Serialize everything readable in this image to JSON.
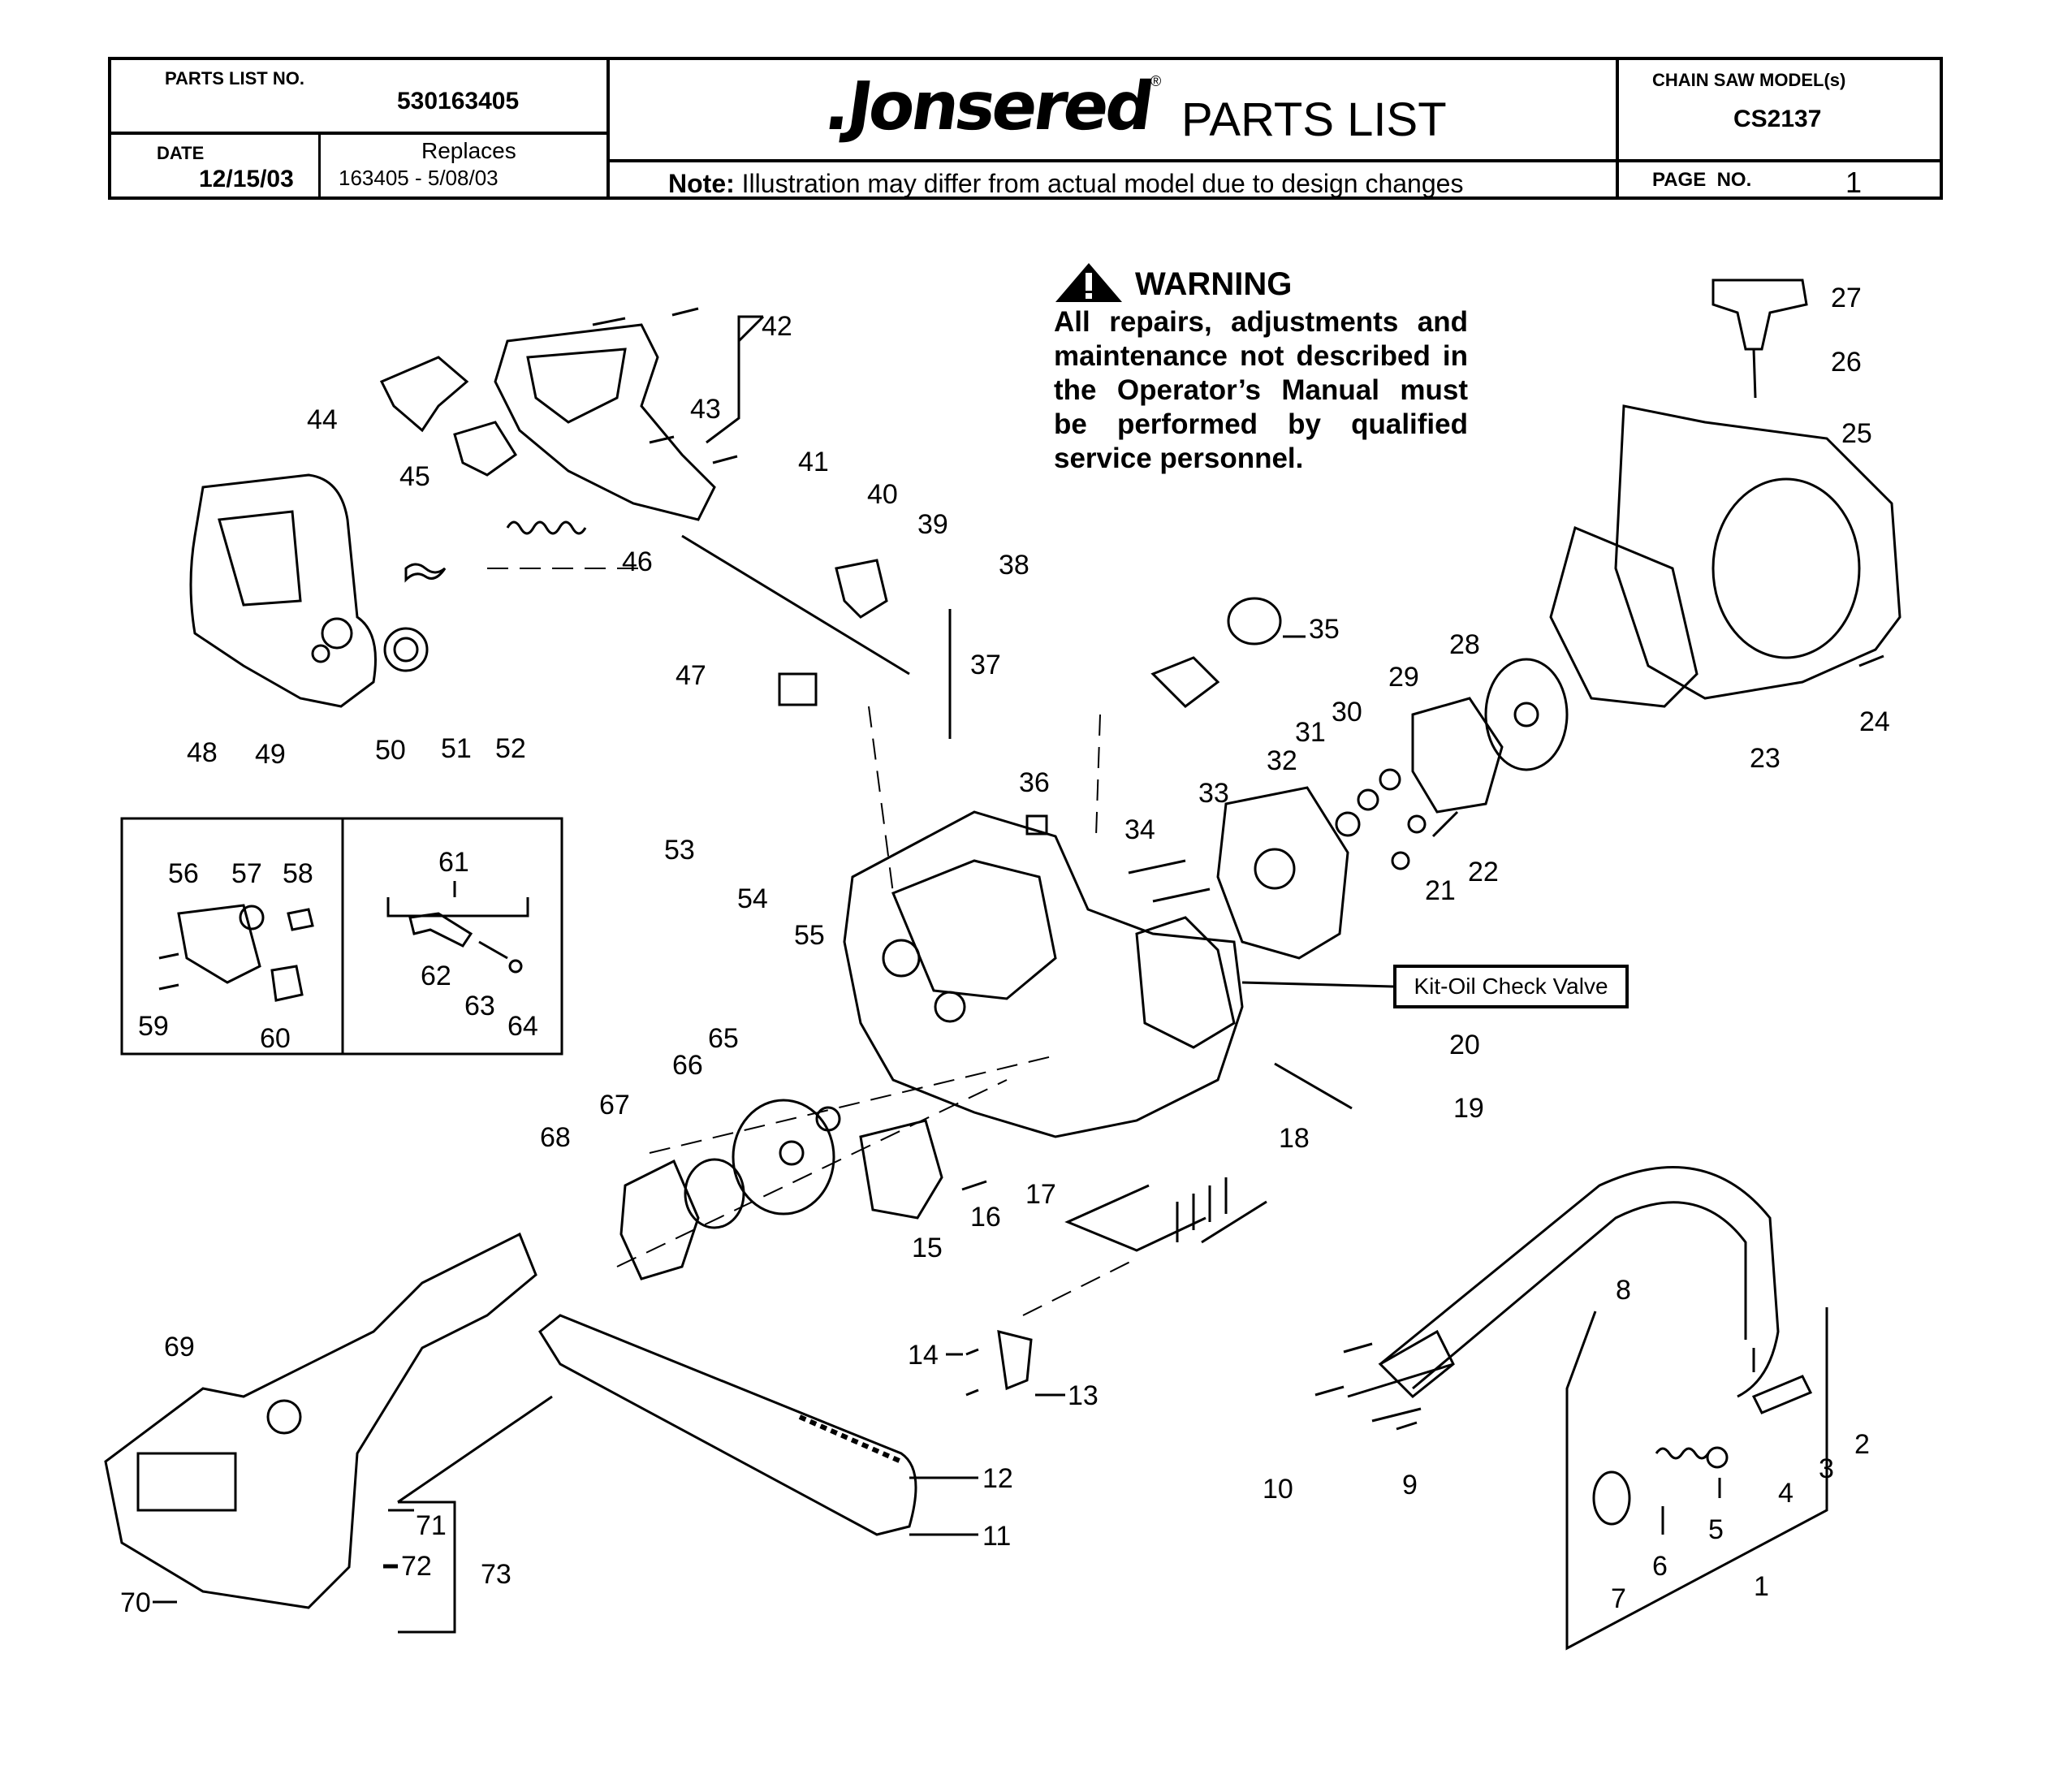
{
  "header": {
    "parts_list_no_label": "PARTS LIST NO.",
    "parts_list_no": "530163405",
    "date_label": "DATE",
    "date": "12/15/03",
    "replaces_label": "Replaces",
    "replaces": "163405 - 5/08/03",
    "brand": ".Jonsered",
    "brand_mark": "®",
    "doc_title": "PARTS LIST",
    "note_bold": "Note:",
    "note_text": " Illustration may differ from actual model due to design changes",
    "model_label": "CHAIN SAW MODEL(s)",
    "model": "CS2137",
    "page_label": "PAGE  NO.",
    "page_no": "1"
  },
  "warning": {
    "title": "WARNING",
    "lines": [
      "All repairs, adjustments and",
      "maintenance not described in",
      "the Operator’s Manual must",
      "be performed by qualified",
      "service personnel."
    ]
  },
  "callout_box": "Kit-Oil Check Valve",
  "part_numbers": [
    "1",
    "2",
    "3",
    "4",
    "5",
    "6",
    "7",
    "8",
    "9",
    "10",
    "11",
    "12",
    "13",
    "14",
    "15",
    "16",
    "17",
    "18",
    "19",
    "20",
    "21",
    "22",
    "23",
    "24",
    "25",
    "26",
    "27",
    "28",
    "29",
    "30",
    "31",
    "32",
    "33",
    "34",
    "35",
    "36",
    "37",
    "38",
    "39",
    "40",
    "41",
    "42",
    "43",
    "44",
    "45",
    "46",
    "47",
    "48",
    "49",
    "50",
    "51",
    "52",
    "53",
    "54",
    "55",
    "56",
    "57",
    "58",
    "59",
    "60",
    "61",
    "62",
    "63",
    "64",
    "65",
    "66",
    "67",
    "68",
    "69",
    "70",
    "71",
    "72",
    "73"
  ]
}
